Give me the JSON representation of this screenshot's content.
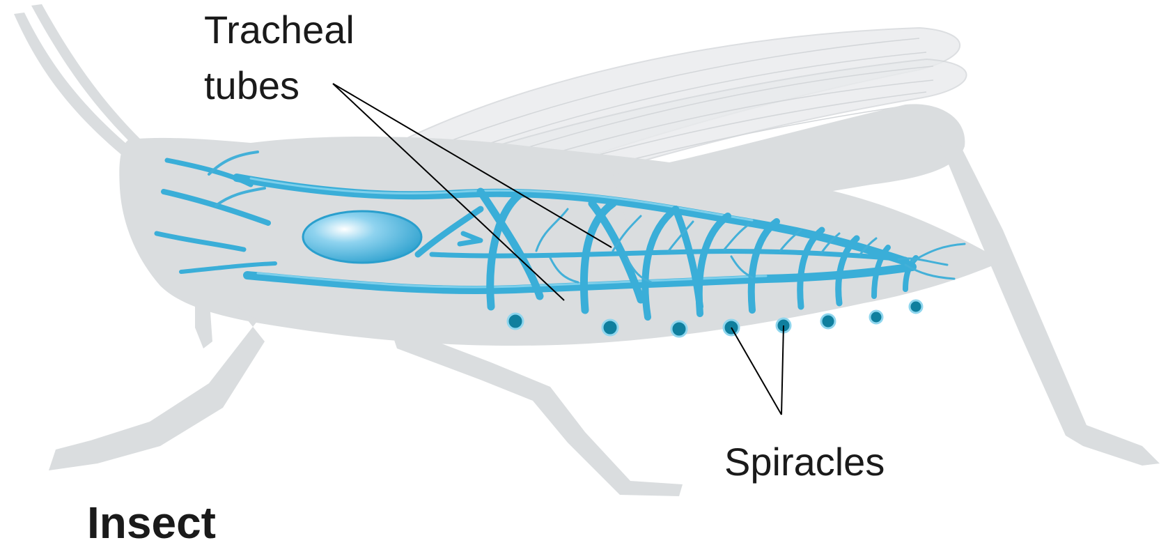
{
  "labels": {
    "tracheal_line1": "Tracheal",
    "tracheal_line2": "tubes",
    "spiracles": "Spiracles",
    "caption": "Insect"
  },
  "colors": {
    "body_silhouette": "#dadddf",
    "tracheal_system": "#3aaed8",
    "spiracle": "#0f7f9e",
    "text": "#1a1a1a"
  }
}
